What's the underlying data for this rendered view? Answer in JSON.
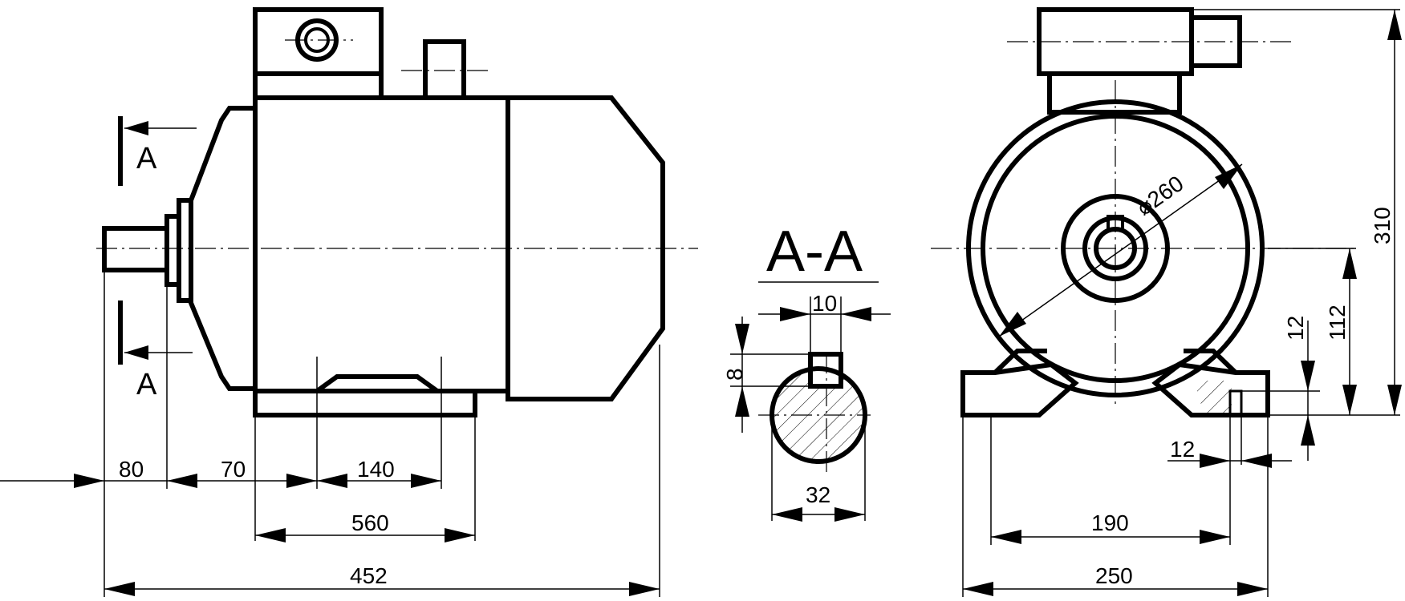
{
  "section_title": "A-A",
  "section_marks": [
    "A",
    "A"
  ],
  "dims": {
    "d80": "80",
    "d70": "70",
    "d140": "140",
    "d560": "560",
    "d452": "452",
    "d10": "10",
    "d8": "8",
    "d32": "32",
    "d260": "⌀260",
    "d310": "310",
    "d112": "112",
    "d12v": "12",
    "d12h": "12",
    "d190": "190",
    "d250": "250"
  }
}
